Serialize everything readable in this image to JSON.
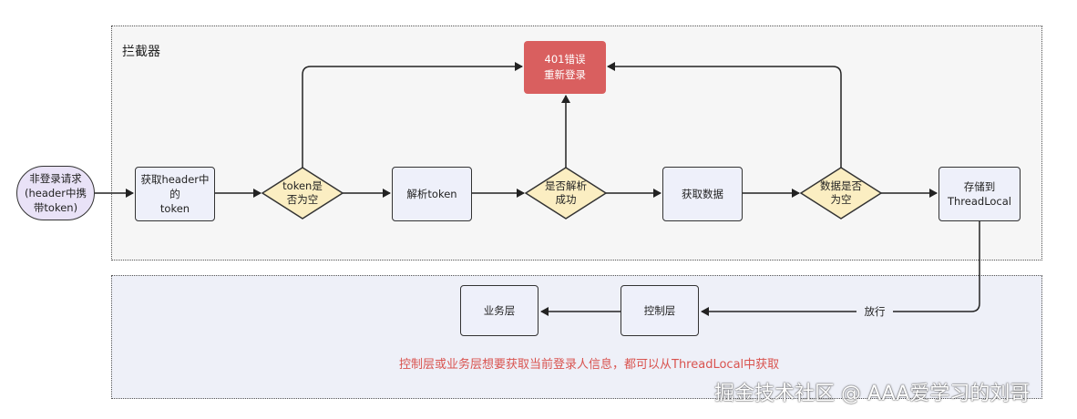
{
  "regions": {
    "interceptor_label": "拦截器"
  },
  "nodes": {
    "start": {
      "line1": "非登录请求",
      "line2": "(header中携",
      "line3": "带token)"
    },
    "get_header": {
      "line1": "获取header中的",
      "line2": "token"
    },
    "token_empty": {
      "line1": "token是",
      "line2": "否为空"
    },
    "parse_token": {
      "label": "解析token"
    },
    "parse_ok": {
      "line1": "是否解析",
      "line2": "成功"
    },
    "get_data": {
      "label": "获取数据"
    },
    "data_empty": {
      "line1": "数据是否",
      "line2": "为空"
    },
    "store": {
      "line1": "存储到",
      "line2": "ThreadLocal"
    },
    "error": {
      "line1": "401错误",
      "line2": "重新登录"
    },
    "control_layer": {
      "label": "控制层"
    },
    "business_layer": {
      "label": "业务层"
    }
  },
  "edges": {
    "pass_label": "放行"
  },
  "note": "控制层或业务层想要获取当前登录人信息，都可以从ThreadLocal中获取",
  "watermark": "掘金技术社区 @ AAA爱学习的刘哥",
  "colors": {
    "error_fill": "#d95f5f",
    "decision_fill": "#fbeec2",
    "process_fill": "#eef0fa",
    "terminal_fill": "#e9e2f7",
    "note_text": "#d9534f"
  }
}
